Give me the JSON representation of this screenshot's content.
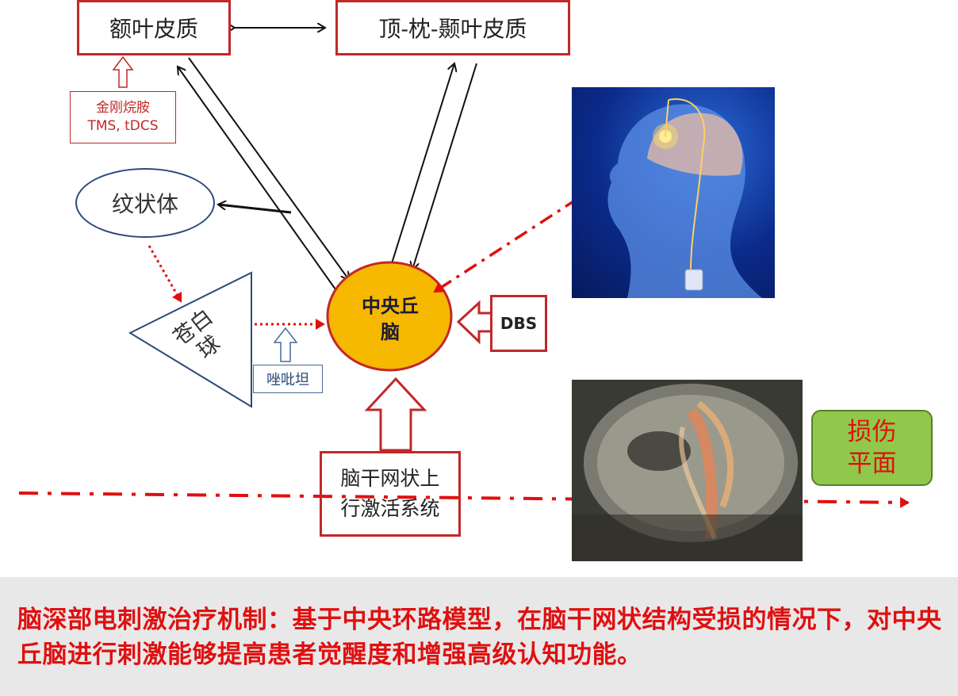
{
  "nodes": {
    "frontal_cortex": "额叶皮质",
    "parieto_occipito_temporal_cortex": "顶-枕-颞叶皮质",
    "striatum": "纹状体",
    "globus_pallidus": "苍白球",
    "thalamus_line1": "中央丘",
    "thalamus_line2": "脑",
    "dbs": "DBS",
    "reticular_line1": "脑干网状上",
    "reticular_line2": "行激活系统"
  },
  "annotations": {
    "amantadine": "金刚烷胺",
    "tms_tdcs": "TMS, tDCS",
    "zolpidem": "唑吡坦"
  },
  "injury_label": {
    "line1": "损伤",
    "line2": "平面"
  },
  "caption": "脑深部电刺激治疗机制：基于中央环路模型，在脑干网状结构受损的情况下，对中央丘脑进行刺激能够提高患者觉醒度和增强高级认知功能。",
  "colors": {
    "box_border": "#c0282a",
    "thalamus_fill": "#f7b800",
    "dotted_red": "#e01010",
    "injury_bg": "#8fc84a",
    "caption_bg": "#e8e8e8",
    "caption_text": "#e01010",
    "ellipse_border": "#2a4a7a"
  }
}
